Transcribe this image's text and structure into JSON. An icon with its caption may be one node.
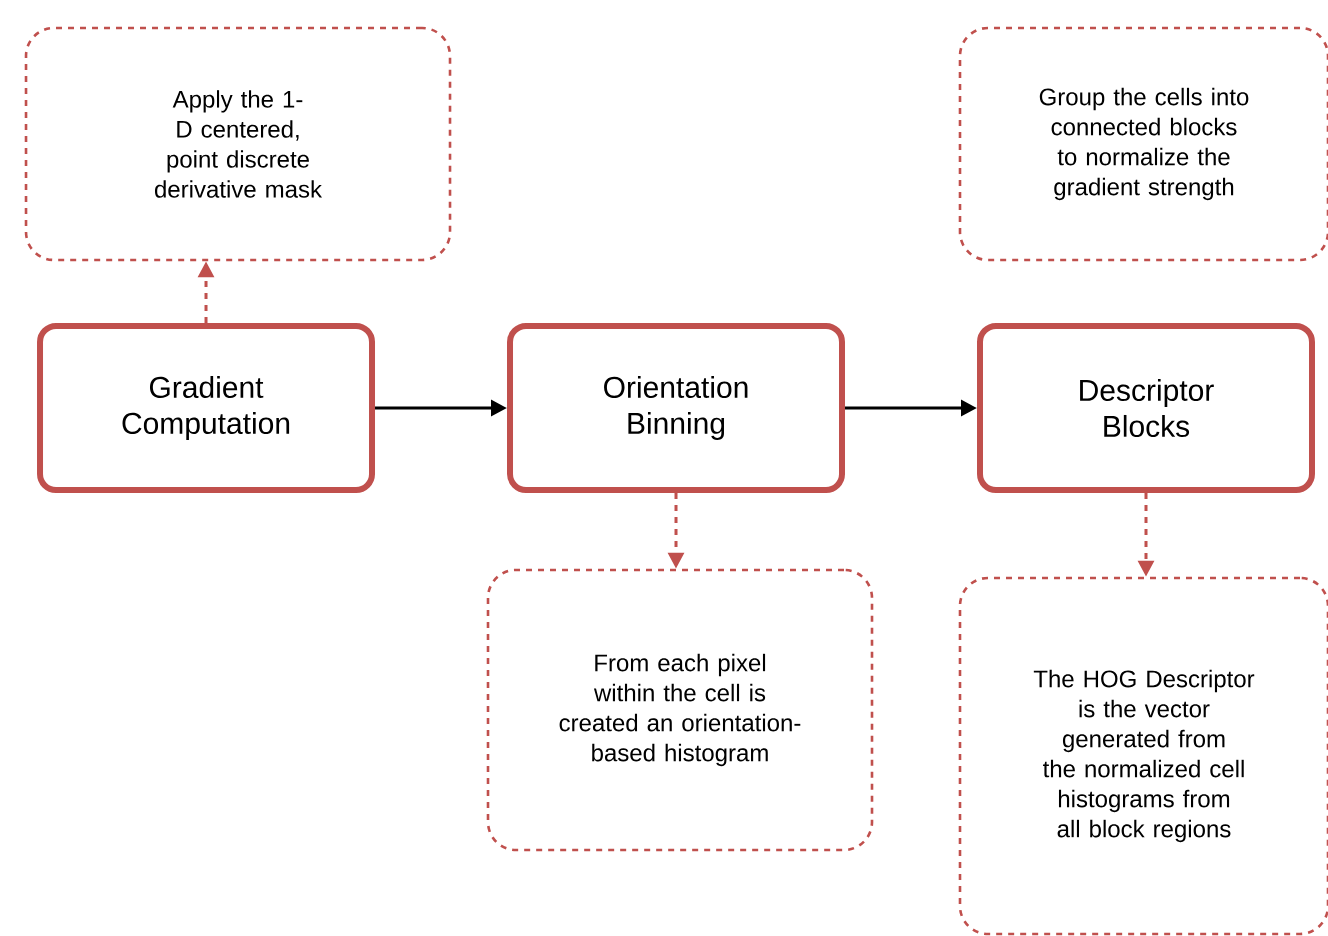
{
  "diagram": {
    "nodes": [
      {
        "text": [
          "Apply the 1-D centered, point discrete derivative mask"
        ]
      },
      {
        "text": [
          "Group the cells into connected blocks to normalize the gradient strength"
        ]
      },
      {
        "text": [
          "Gradient Computation"
        ]
      },
      {
        "text": [
          "Orientation Binning"
        ]
      },
      {
        "text": [
          "Descriptor Blocks"
        ]
      },
      {
        "text": [
          "From each pixel within the cell is created an orientation-based histogram"
        ]
      },
      {
        "text": [
          "The HOG Descriptor is the vector generated from the normalized cell histograms from all block regions"
        ]
      }
    ],
    "edges": [
      {
        "from": 2,
        "to": 3,
        "arrow": "to",
        "color": "#000000"
      },
      {
        "from": 3,
        "to": 4,
        "arrow": "to",
        "color": "#000000"
      },
      {
        "from": 2,
        "to": 0,
        "arrow": "to",
        "style": "dashed",
        "color": "#c0504d"
      },
      {
        "from": 3,
        "to": 5,
        "arrow": "to",
        "style": "dashed",
        "color": "#c0504d"
      },
      {
        "from": 4,
        "to": 6,
        "arrow": "to",
        "style": "dashed",
        "color": "#c0504d"
      }
    ]
  }
}
